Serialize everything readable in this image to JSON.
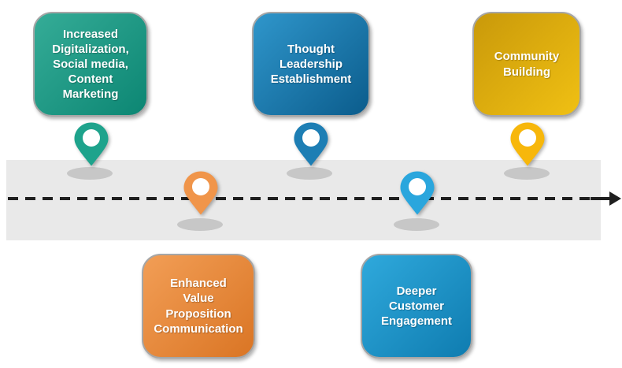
{
  "diagram_type": "horizontal-timeline",
  "colors": {
    "band": "#e9e9e9",
    "arrow": "#1f1f1f",
    "pin_shadow": "#c7c7c7",
    "card_border": "#a6a6a6",
    "card_text": "#ffffff",
    "teal_light": "#35ac97",
    "teal_dark": "#0c8673",
    "blue_light": "#2f96cb",
    "blue_dark": "#0b5c8c",
    "gold_light": "#c9990a",
    "gold_dark": "#f0c013",
    "orange_light": "#f29e56",
    "orange_dark": "#da7524",
    "sky_light": "#2fa9dc",
    "sky_dark": "#0f7cb0",
    "pin_teal": "#1ea38c",
    "pin_blue": "#1d7eb4",
    "pin_gold": "#f7b70b",
    "pin_orange": "#f0954a",
    "pin_sky": "#2aa6dd"
  },
  "milestones": [
    {
      "id": "increased-digitalization",
      "label": "Increased\nDigitalization,\nSocial media,\nContent\nMarketing",
      "position": "above-timeline",
      "color": "teal"
    },
    {
      "id": "thought-leadership",
      "label": "Thought\nLeadership\nEstablishment",
      "position": "above-timeline",
      "color": "blue"
    },
    {
      "id": "community-building",
      "label": "Community\nBuilding",
      "position": "above-timeline",
      "color": "gold"
    },
    {
      "id": "value-proposition",
      "label": "Enhanced\nValue\nProposition\nCommunication",
      "position": "below-timeline",
      "color": "orange"
    },
    {
      "id": "customer-engagement",
      "label": "Deeper\nCustomer\nEngagement",
      "position": "below-timeline",
      "color": "sky"
    }
  ]
}
